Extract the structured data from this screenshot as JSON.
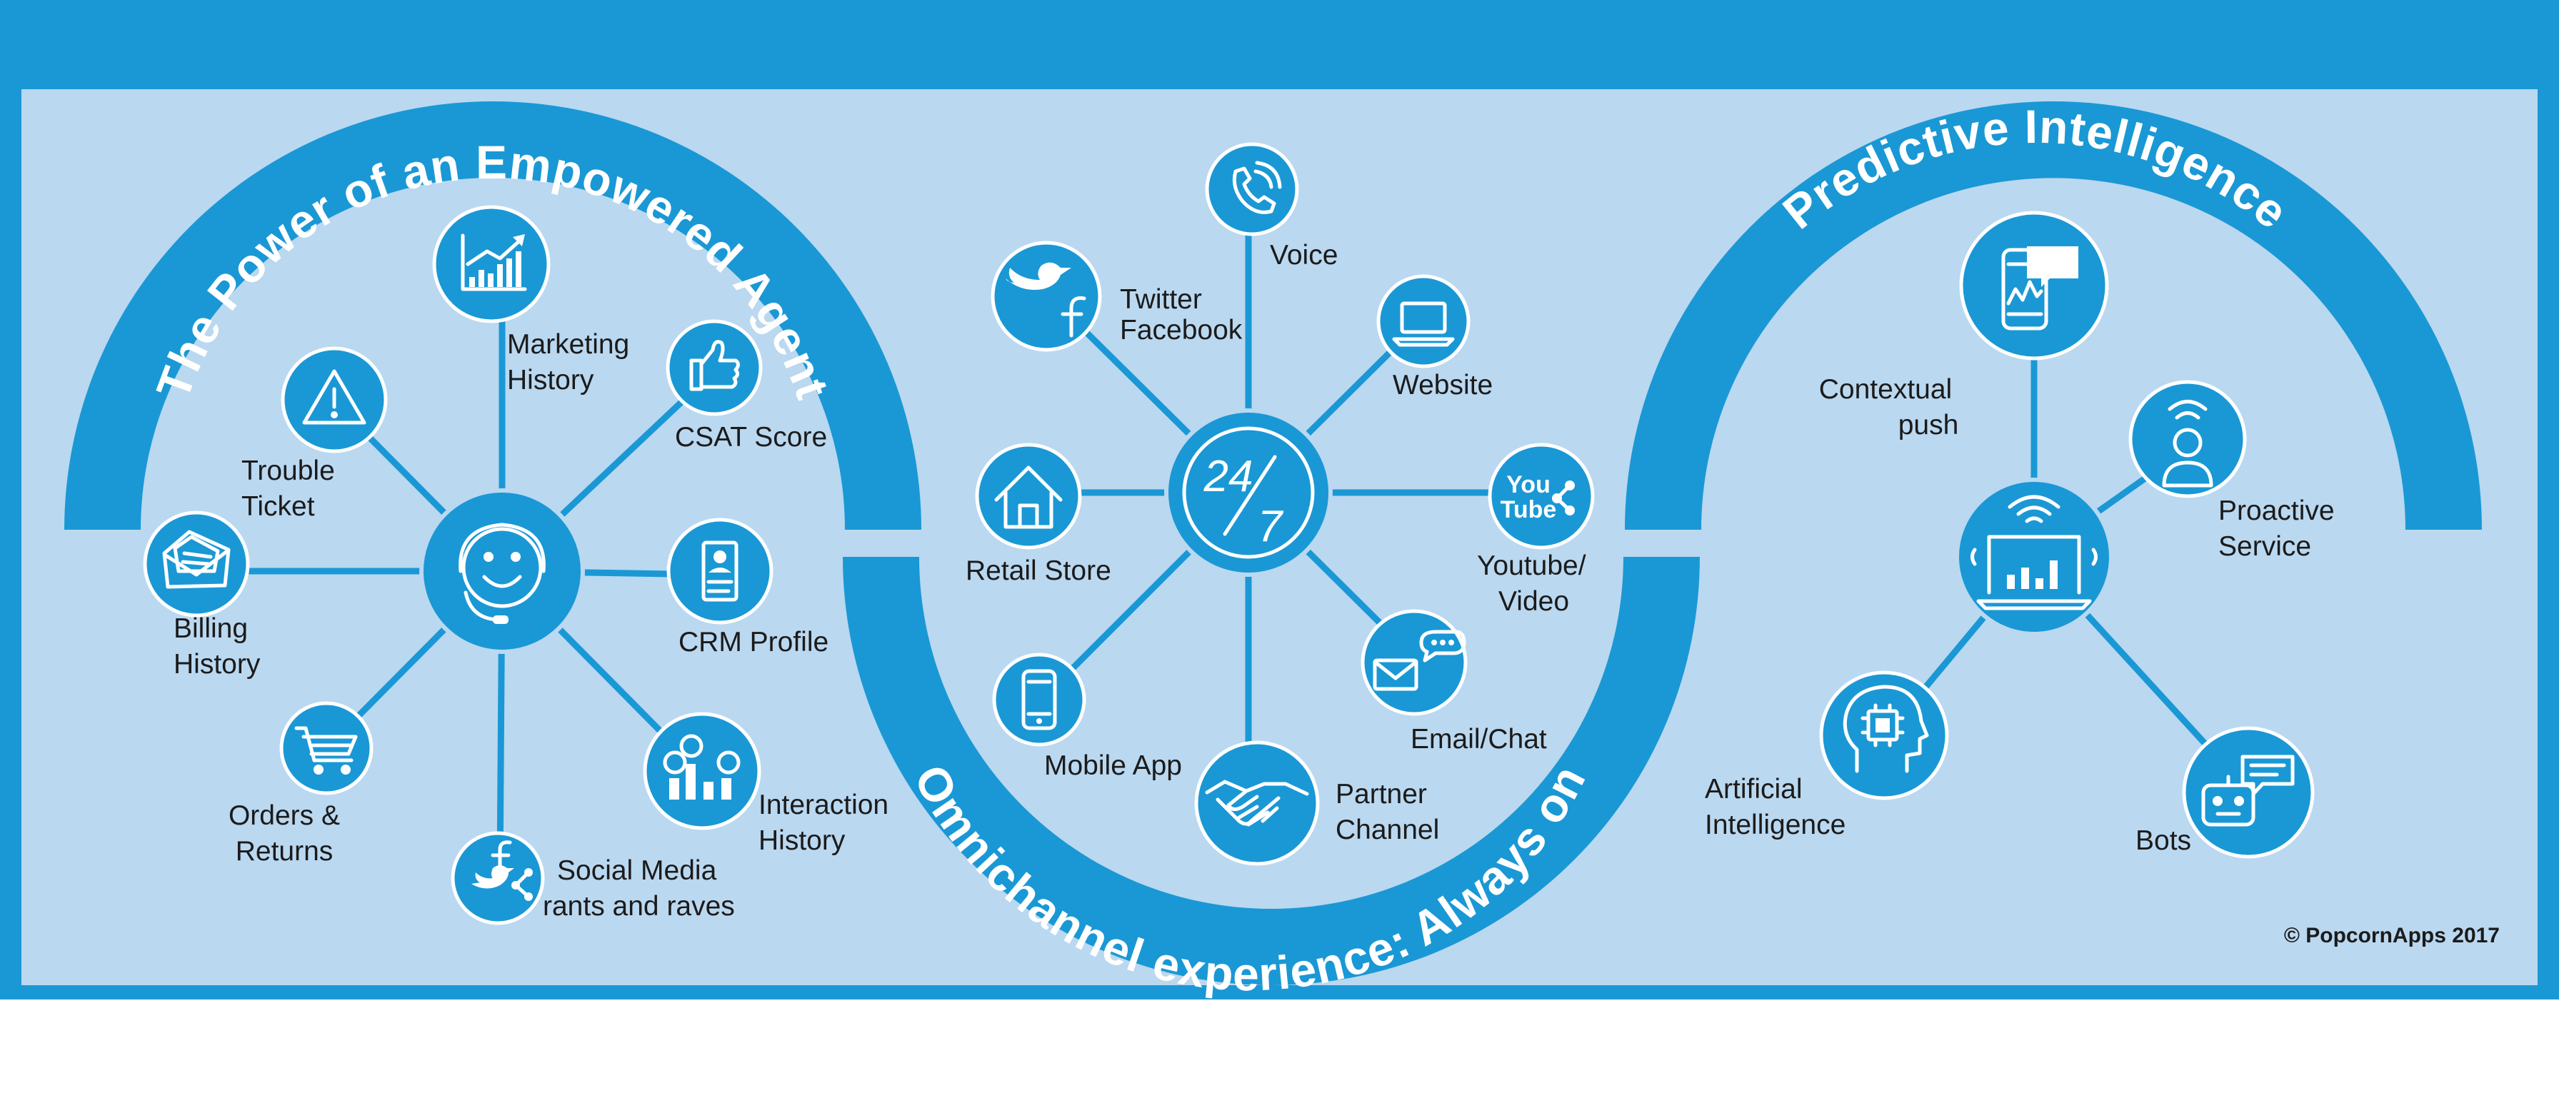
{
  "colors": {
    "brand_blue": "#1a98d5",
    "panel": "#bad8f0",
    "text": "#1b1b1b"
  },
  "titles": {
    "left": "The Power of an Empowered Agent",
    "bottom": "Omnichannel experience: Always on",
    "right": "Predictive Intelligence"
  },
  "left_hub": {
    "center_icon": "headset-smiley-icon",
    "nodes": [
      {
        "icon": "growth-chart-icon",
        "lines": [
          "Marketing",
          "History"
        ]
      },
      {
        "icon": "thumbs-up-icon",
        "lines": [
          "CSAT Score"
        ]
      },
      {
        "icon": "profile-document-icon",
        "lines": [
          "CRM Profile"
        ]
      },
      {
        "icon": "faces-bar-chart-icon",
        "lines": [
          "Interaction",
          "History"
        ]
      },
      {
        "icon": "facebook-twitter-share-icon",
        "lines": [
          "Social Media",
          "rants and raves"
        ]
      },
      {
        "icon": "shopping-cart-icon",
        "lines": [
          "Orders &",
          "Returns"
        ]
      },
      {
        "icon": "envelope-icon",
        "lines": [
          "Billing",
          "History"
        ]
      },
      {
        "icon": "warning-triangle-icon",
        "lines": [
          "Trouble",
          "Ticket"
        ]
      }
    ]
  },
  "center_hub": {
    "center_text": [
      "24",
      "7"
    ],
    "nodes": [
      {
        "icon": "phone-icon",
        "lines": [
          "Voice"
        ]
      },
      {
        "icon": "laptop-icon",
        "lines": [
          "Website"
        ]
      },
      {
        "icon": "youtube-icon",
        "glyph_lines": [
          "You",
          "Tube"
        ],
        "lines": [
          "Youtube/",
          "Video"
        ]
      },
      {
        "icon": "email-chat-icon",
        "lines": [
          "Email/Chat"
        ]
      },
      {
        "icon": "handshake-icon",
        "lines": [
          "Partner",
          "Channel"
        ]
      },
      {
        "icon": "mobile-phone-icon",
        "lines": [
          "Mobile App"
        ]
      },
      {
        "icon": "house-icon",
        "lines": [
          "Retail Store"
        ]
      },
      {
        "icon": "twitter-facebook-icon",
        "lines": [
          "Twitter",
          "Facebook"
        ]
      }
    ]
  },
  "right_hub": {
    "center_icon": "broadcast-laptop-chart-icon",
    "nodes": [
      {
        "icon": "phone-message-icon",
        "lines": [
          "Contextual",
          "push"
        ]
      },
      {
        "icon": "person-signal-icon",
        "lines": [
          "Proactive",
          "Service"
        ]
      },
      {
        "icon": "chatbot-icon",
        "lines": [
          "Bots"
        ]
      },
      {
        "icon": "brain-chip-icon",
        "lines": [
          "Artificial",
          "Intelligence"
        ]
      }
    ]
  },
  "copyright": "© PopcornApps 2017"
}
